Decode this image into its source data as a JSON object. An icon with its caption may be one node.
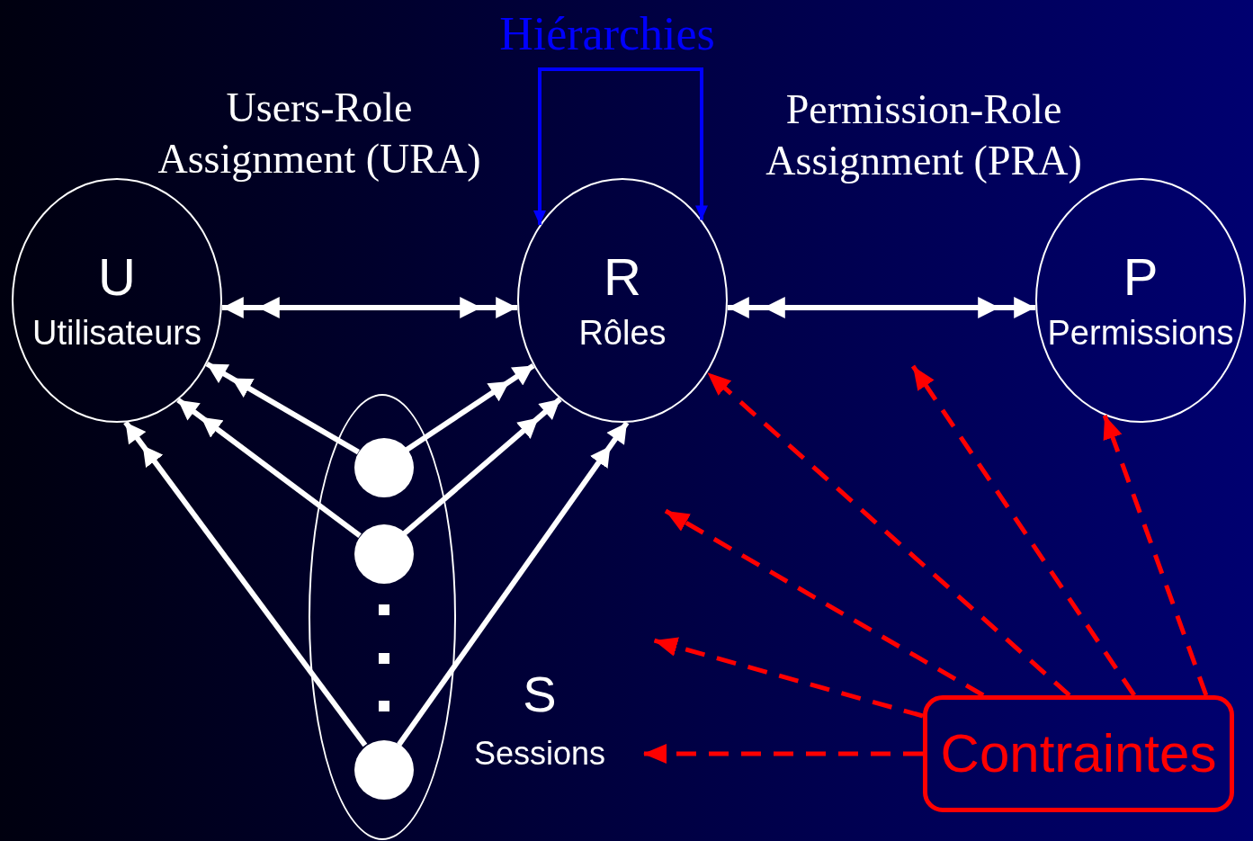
{
  "diagram": {
    "nodes": [
      {
        "text": [
          "U",
          "Utilisateurs"
        ]
      },
      {
        "text": [
          "R",
          "Rôles"
        ]
      },
      {
        "text": [
          "P",
          "Permissions"
        ]
      },
      {
        "text": [],
        "shape": "ellipse",
        "beside": [
          "S",
          "Sessions"
        ]
      },
      {
        "text": [],
        "shape": "circle",
        "in": 3
      },
      {
        "text": [],
        "shape": "circle",
        "in": 3
      },
      {
        "text": [],
        "shape": "circle",
        "in": 3
      },
      {
        "text": [
          "Contraintes"
        ]
      }
    ],
    "edges": [
      {
        "from": 0,
        "to": 1,
        "arrow": "both",
        "label": "Users-Role Assignment (URA)"
      },
      {
        "from": 1,
        "to": 2,
        "arrow": "both",
        "label": "Permission-Role Assignment (PRA)"
      },
      {
        "from": 1,
        "to": 1,
        "arrow": "both",
        "label": "Hiérarchies",
        "color": "#0000ff"
      },
      {
        "from": 4,
        "to": 0,
        "arrow": "to"
      },
      {
        "from": 4,
        "to": 1,
        "arrow": "to"
      },
      {
        "from": 5,
        "to": 0,
        "arrow": "to"
      },
      {
        "from": 5,
        "to": 1,
        "arrow": "to"
      },
      {
        "from": 6,
        "to": 0,
        "arrow": "to"
      },
      {
        "from": 6,
        "to": 1,
        "arrow": "to"
      },
      {
        "from": 7,
        "to": 3,
        "arrow": "to",
        "style": "dashed",
        "color": "#ff0000"
      },
      {
        "from": 7,
        "to": null,
        "arrow": "to",
        "style": "dashed",
        "color": "#ff0000"
      },
      {
        "from": 7,
        "to": null,
        "arrow": "to",
        "style": "dashed",
        "color": "#ff0000"
      },
      {
        "from": 7,
        "to": 1,
        "arrow": "to",
        "style": "dashed",
        "color": "#ff0000"
      },
      {
        "from": 7,
        "to": null,
        "arrow": "to",
        "style": "dashed",
        "color": "#ff0000"
      },
      {
        "from": 7,
        "to": 2,
        "arrow": "to",
        "style": "dashed",
        "color": "#ff0000"
      }
    ]
  }
}
